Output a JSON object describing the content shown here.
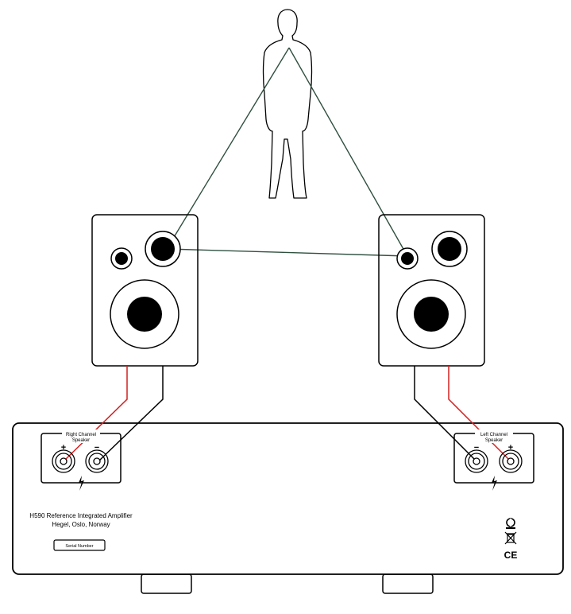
{
  "amplifier": {
    "model_line": "H590 Reference Integrated Amplifier",
    "maker_line": "Hegel, Oslo, Norway",
    "serial_label": "Serial Number"
  },
  "right_terminal": {
    "title_line1": "Right Channel",
    "title_line2": "Speaker",
    "plus": "+",
    "minus": "−"
  },
  "left_terminal": {
    "title_line1": "Left Channel",
    "title_line2": "Speaker",
    "plus": "+",
    "minus": "−"
  },
  "marks": {
    "ce": "CE",
    "lightning_icon": "lightning-icon",
    "recycle_icon": "recycle-icon",
    "weee_icon": "weee-bin-icon",
    "listener_icon": "listener-silhouette-icon"
  },
  "colors": {
    "outline": "#000000",
    "positive_wire": "#d42020",
    "listening_triangle": "#2f4f3f"
  }
}
